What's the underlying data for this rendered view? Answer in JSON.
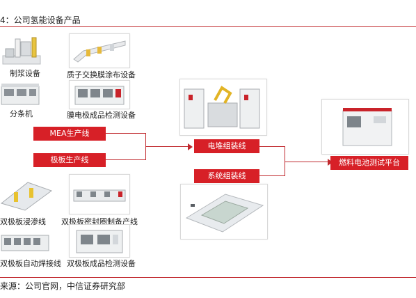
{
  "title": "4：公司氢能设备产品",
  "source": "来源：公司官网，中信证券研究部",
  "colors": {
    "accent": "#d72027",
    "line": "#c0282d"
  },
  "equipment": {
    "slurry": "制浆设备",
    "slitter": "分条机",
    "pem_coating": "质子交换膜涂布设备",
    "mea_inspection": "膜电极成品检测设备",
    "plate_dipping": "双极板浸渗线",
    "plate_welding": "双极板自动焊接线",
    "plate_seal": "双极板密封圈制备产线",
    "plate_inspection": "双极板成品检测设备"
  },
  "process": {
    "mea_line": "MEA生产线",
    "plate_line": "极板生产线",
    "stack_assembly": "电堆组装线",
    "system_assembly": "系统组装线",
    "test_platform": "燃料电池测试平台"
  }
}
